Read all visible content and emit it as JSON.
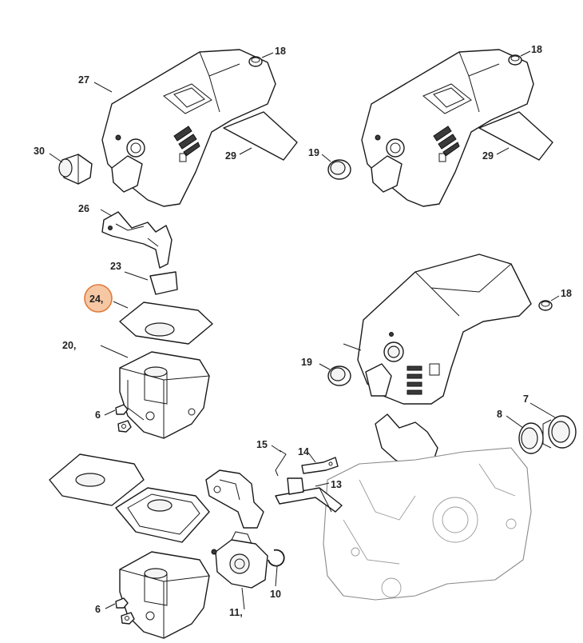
{
  "callouts": {
    "c27": "27",
    "c18a": "18",
    "c18b": "18",
    "c30": "30",
    "c29a": "29",
    "c29b": "29",
    "c19a": "19",
    "c26": "26",
    "c23": "23",
    "c24": "24,",
    "c20": "20,",
    "c6a": "6",
    "c18c": "18",
    "c19b": "19",
    "c7": "7",
    "c8": "8",
    "c15": "15",
    "c14": "14",
    "c13": "13",
    "c10": "10",
    "c11": "11,",
    "c6b": "6"
  },
  "colors": {
    "highlight_fill": "#f6c7a3",
    "highlight_stroke": "#e07a3a",
    "line": "#1a1a1a"
  }
}
